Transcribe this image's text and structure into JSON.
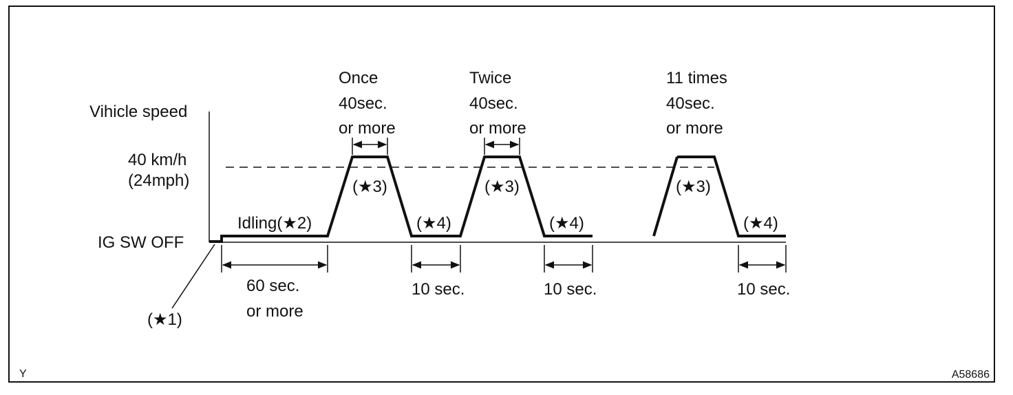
{
  "diagram": {
    "y_axis_label": "Vihicle speed",
    "speed_label_line1": "40 km/h",
    "speed_label_line2": "(24mph)",
    "baseline_label": "IG SW OFF",
    "star1": "(★1)",
    "idling_label": "Idling(★2)",
    "idle_duration_line1": "60 sec.",
    "idle_duration_line2": "or more",
    "cycles": [
      {
        "count": "Once",
        "duration_line1": "40sec.",
        "duration_line2": "or more",
        "drive_marker": "(★3)",
        "rest_marker": "(★4)",
        "rest_duration": "10 sec."
      },
      {
        "count": "Twice",
        "duration_line1": "40sec.",
        "duration_line2": "or more",
        "drive_marker": "(★3)",
        "rest_marker": "(★4)",
        "rest_duration": "10 sec."
      },
      {
        "count": "11 times",
        "duration_line1": "40sec.",
        "duration_line2": "or more",
        "drive_marker": "(★3)",
        "rest_marker": "(★4)",
        "rest_duration": "10 sec."
      }
    ],
    "corner_left": "Y",
    "figure_code": "A58686"
  }
}
